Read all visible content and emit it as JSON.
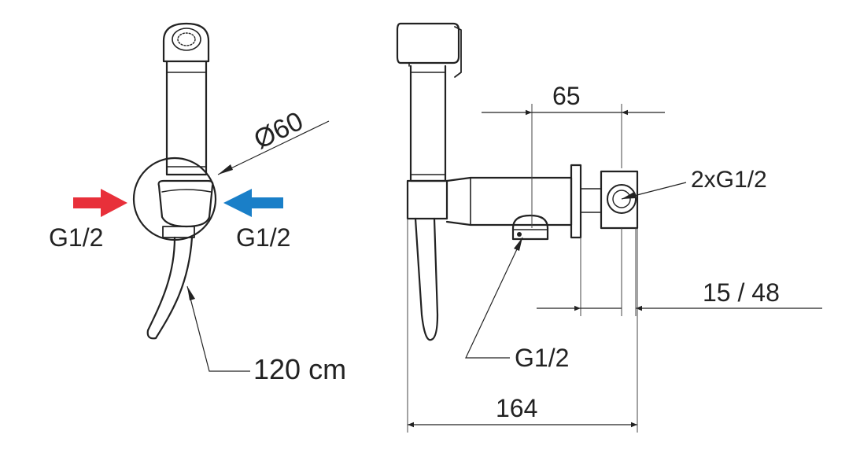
{
  "left_view": {
    "diameter_label": "Ø60",
    "inlet_left_label": "G1/2",
    "inlet_right_label": "G1/2",
    "hose_length_label": "120 cm",
    "hot_arrow_color": "#e8303a",
    "cold_arrow_color": "#1a7fc8"
  },
  "side_view": {
    "dim_top_label": "65",
    "connection_label": "2xG1/2",
    "dim_right_label": "15 / 48",
    "bottom_outlet_label": "G1/2",
    "dim_bottom_label": "164"
  }
}
